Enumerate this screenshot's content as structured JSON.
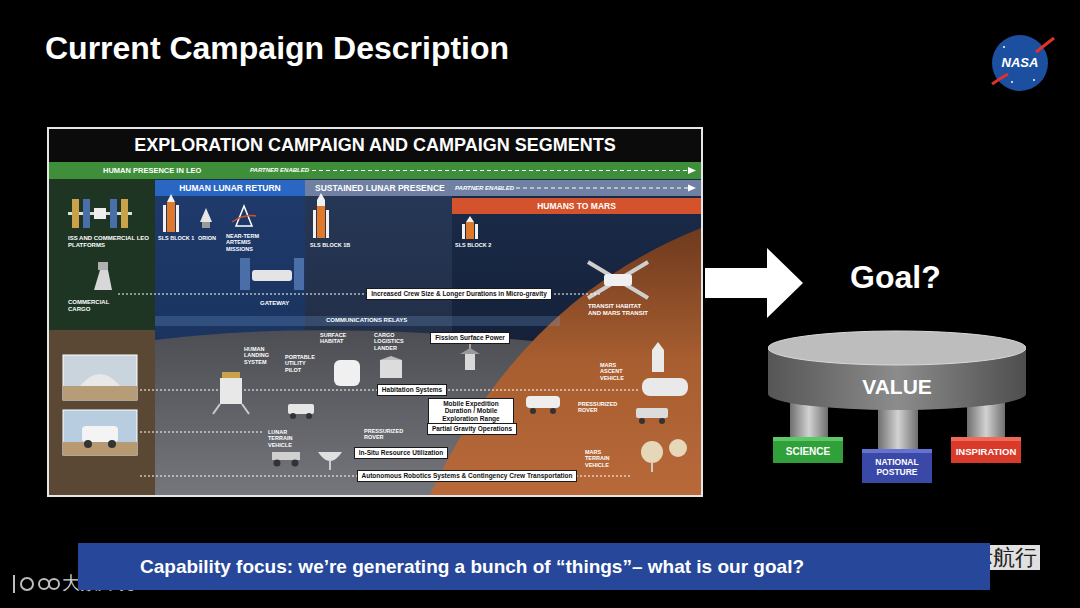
{
  "diagram": {
    "title": "Current Campaign Description",
    "caption": "Capability focus: we’re generating a bunch of “things”– what is our goal?",
    "nodes": [
      {
        "text": [
          "EXPLORATION CAMPAIGN AND CAMPAIGN SEGMENTS"
        ]
      },
      {
        "text": [
          "HUMAN PRESENCE IN LEO",
          "PARTNER ENABLED"
        ],
        "in": 0
      },
      {
        "text": [
          "HUMAN LUNAR RETURN"
        ],
        "in": 0
      },
      {
        "text": [
          "SUSTAINED LUNAR PRESENCE",
          "PARTNER ENABLED"
        ],
        "in": 0
      },
      {
        "text": [
          "HUMANS TO MARS"
        ],
        "in": 0
      },
      {
        "text": [
          "Increased Crew Size & Longer Durations in Micro-gravity"
        ],
        "in": 0
      },
      {
        "text": [
          "Fission Surface Power"
        ],
        "in": 0
      },
      {
        "text": [
          "Habitation Systems"
        ],
        "in": 0
      },
      {
        "text": [
          "Mobile Expedition Duration / Mobile Exploration Range"
        ],
        "in": 0
      },
      {
        "text": [
          "Partial Gravity Operations"
        ],
        "in": 0
      },
      {
        "text": [
          "In-Situ Resource Utilization"
        ],
        "in": 0
      },
      {
        "text": [
          "Autonomous Robotics Systems & Contingency Crew Transportation"
        ],
        "in": 0
      },
      {
        "text": [
          "VALUE"
        ]
      },
      {
        "text": [
          "SCIENCE"
        ]
      },
      {
        "text": [
          "NATIONAL POSTURE"
        ]
      },
      {
        "text": [
          "INSPIRATION"
        ]
      }
    ],
    "labels": [
      "ISS AND COMMERCIAL LEO PLATFORMS",
      "SLS BLOCK 1",
      "ORION",
      "NEAR-TERM ARTEMIS MISSIONS",
      "SLS BLOCK 1B",
      "SLS BLOCK 2",
      "COMMERCIAL CARGO",
      "GATEWAY",
      "TRANSIT HABITAT AND MARS TRANSIT",
      "COMMUNICATIONS RELAYS",
      "SURFACE HABITAT",
      "CARGO LOGISTICS LANDER",
      "HUMAN LANDING SYSTEM",
      "PORTABLE UTILITY PILOT",
      "MARS ASCENT VEHICLE",
      "PRESSURIZED ROVER",
      "LUNAR TERRAIN VEHICLE",
      "PRESSURIZED ROVER",
      "MARS TERRAIN VEHICLE",
      "NASA",
      "星际航行",
      "大数跨境",
      "Goal?"
    ]
  }
}
